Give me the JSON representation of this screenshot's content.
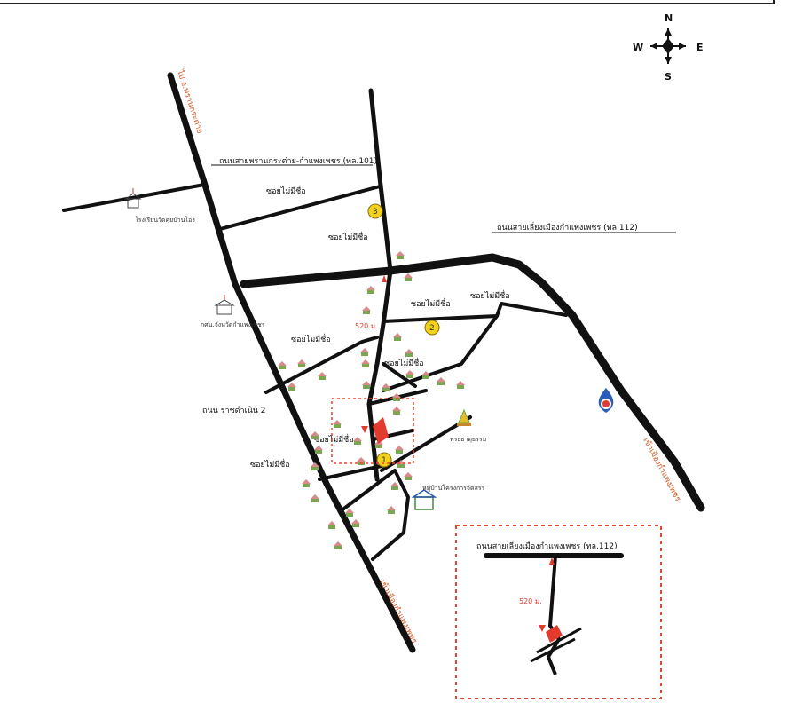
{
  "colors": {
    "road": "#111111",
    "accent_red": "#e23b2e",
    "dashed_box": "#e8452f",
    "marker_fill": "#f2d21b",
    "house_green": "#5d8f3b",
    "route_text": "#d9541f"
  },
  "compass": {
    "n": "N",
    "s": "S",
    "e": "E",
    "w": "W"
  },
  "roads": {
    "tl101": "ถนนสายพรานกระต่าย-กำแพงเพชร (ทล.101)",
    "tl112": "ถนนสายเลี่ยงเมืองกำแพงเพชร (ทล.112)",
    "ratchadamnoen": "ถนน ราชดำเนิน 2",
    "soi_label": "ซอยไม่มีชื่อ"
  },
  "route_labels": {
    "to_phrankratai": "ไป อ.พรานกระต่าย",
    "to_kamphaeng_city": "เข้าเมืองกำแพงเพชร",
    "to_bypass_south": "เข้าเมืองกำแพงเพชร"
  },
  "places": {
    "school": "โรงเรียนวัดคุยบ้านโอง",
    "provincial_office": "กศน.จังหวัดกำแพงเพชร",
    "temple": "พระธาตุธรรม",
    "village": "หมู่บ้านโครงการจัดสรร"
  },
  "distance": "520 ม.",
  "markers": [
    "1",
    "2",
    "3"
  ],
  "inset": {
    "road": "ถนนสายเลี่ยงเมืองกำแพงเพชร (ทล.112)",
    "distance": "520 ม."
  },
  "icons": [
    "compass-rose-icon",
    "gas-station-icon",
    "school-icon",
    "government-office-icon",
    "temple-icon",
    "house-icon",
    "location-marker-icon",
    "target-plot-icon"
  ]
}
